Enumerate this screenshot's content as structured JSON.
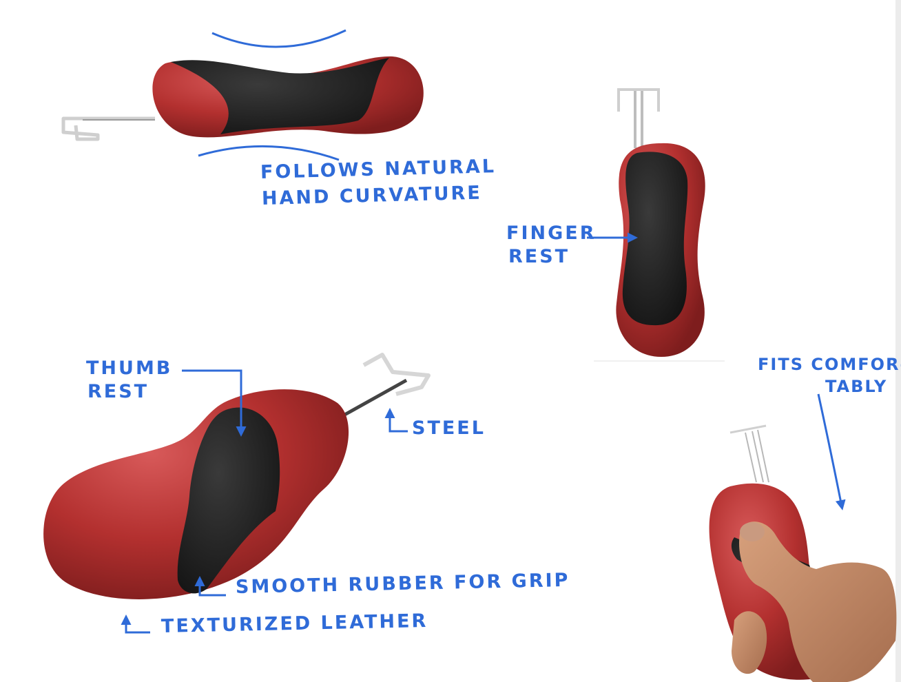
{
  "annotations": {
    "curvature_line1": "FOLLOWS NATURAL",
    "curvature_line2": "HAND CURVATURE",
    "finger_line1": "FINGER",
    "finger_line2": "REST",
    "thumb_line1": "THUMB",
    "thumb_line2": "REST",
    "steel": "STEEL",
    "rubber": "SMOOTH RUBBER FOR GRIP",
    "leather": "TEXTURIZED LEATHER",
    "fits_line1": "FITS COMFOR-",
    "fits_line2": "TABLY"
  },
  "colors": {
    "annotation_blue": "#2f6bd8",
    "leather_red": "#b83232",
    "rubber_black": "#1f1f1f",
    "steel_gray": "#c9c9c9",
    "skin": "#c98f6c"
  }
}
